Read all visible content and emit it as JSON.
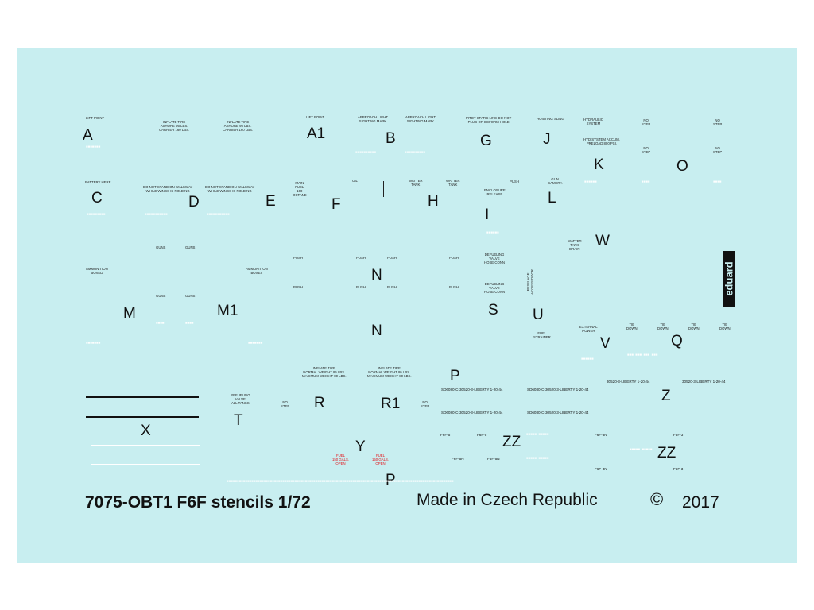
{
  "sheet": {
    "background": "#c8eef0",
    "title": "7075-OBT1 F6F stencils 1/72",
    "made_in": "Made in Czech Republic",
    "copyright_symbol": "©",
    "year": "2017",
    "logo": "eduard"
  },
  "labels": {
    "A": "A",
    "A1": "A1",
    "B": "B",
    "G": "G",
    "J": "J",
    "K": "K",
    "O": "O",
    "C": "C",
    "D": "D",
    "E": "E",
    "F": "F",
    "H": "H",
    "I": "I",
    "L": "L",
    "W": "W",
    "M": "M",
    "M1": "M1",
    "N1": "N",
    "N2": "N",
    "S": "S",
    "U": "U",
    "V": "V",
    "Q": "Q",
    "P1": "P",
    "Z": "Z",
    "X": "X",
    "T": "T",
    "R": "R",
    "R1": "R1",
    "Y": "Y",
    "ZZ1": "ZZ",
    "ZZ2": "ZZ",
    "P2": "P"
  },
  "stencils": {
    "lift_point_a": "LIFT POINT",
    "inflate_tire_1": "INFLATE TIRE\nASHORE 95 LBS.\nCARRIER 160 LBS.",
    "inflate_tire_2": "INFLATE TIRE\nASHORE 95 LBS.\nCARRIER 160 LBS.",
    "lift_point_a1": "LIFT POINT",
    "approach_light_1": "APPROACH LIGHT\nSIGHTING MARK",
    "approach_light_2": "APPROACH LIGHT\nSIGHTING MARK",
    "pitot": "PITOT STATIC LINE-DO NOT\nPLUG OR DEFORM HOLE",
    "hoisting_sling": "HOISTING SLING",
    "hydraulic": "HYDRAULIC\nSYSTEM",
    "no_step_1": "NO\nSTEP",
    "no_step_2": "NO\nSTEP",
    "hyd_accum": "HYD.SYSTEM ACCUM.\nPRELOAD 800 PSI.",
    "no_step_3": "NO\nSTEP",
    "no_step_4": "NO\nSTEP",
    "battery": "BATTERY HERE",
    "walkway_1": "DO NOT STAND ON WALKWAY\nWHILE WINGS IS FOLDING",
    "walkway_2": "DO NOT STAND ON WALKWAY\nWHILE WINGS IS FOLDING",
    "main_fuel": "MAIN\nFUEL\n100\nOCTANE",
    "oil": "OIL",
    "water_tank_1": "WATTER\nTANK",
    "water_tank_2": "WATTER\nTANK",
    "push_1": "PUSH",
    "enclosure": "ENCLOSURE\nRELEASE",
    "gun_camera": "GUN\nCAMERA",
    "water_drain": "WATTER\nTANK\nDRAIN",
    "guns_1": "GUNS",
    "guns_2": "GUNS",
    "ammo_1": "AMMUNITION\nBOXED",
    "ammo_2": "AMMUNITION\nBOXES",
    "push_2": "PUSH",
    "push_3": "PUSH",
    "push_4": "PUSH",
    "push_5": "PUSH",
    "defueling_1": "DEFUELING\nVALVE\nHOSE CONN",
    "defueling_2": "DEFUELING\nVALVE\nHOSE CONN",
    "push_6": "PUSH",
    "push_7": "PUSH",
    "push_8": "PUSH",
    "push_9": "PUSH",
    "guns_3": "GUNS",
    "guns_4": "GUNS",
    "fuel_strainer": "FUEL\nSTRAINER",
    "external_power": "EXTERNAL\nPOWER",
    "tie_down_1": "TIE\nDOWN",
    "tie_down_2": "TIE\nDOWN",
    "tie_down_3": "TIE\nDOWN",
    "tie_down_4": "TIE\nDOWN",
    "inflate_tire_3": "INFLATE TIRE\nNORMAL WEIGHT 95 LBS.\nMAXIMUM WEIGHT 80 LBS.",
    "inflate_tire_4": "INFLATE TIRE\nNORMAL WEIGHT 95 LBS.\nMAXIMUM WEIGHT 80 LBS.",
    "refueling": "REFUELING\nVALVE\nALL TANKS",
    "no_step_5": "NO\nSTEP",
    "no_step_6": "NO\nSTEP",
    "fuel_red_1": "FUEL\n150 GALS.\nOPEN",
    "fuel_red_2": "FUEL\n150 GALS.\nOPEN",
    "fuselage_vert": "FUSELAGE\nACCESS DOOR",
    "serial_1": "SD6080-C-30520-3-LIBERTY 1-20-44",
    "serial_2": "SD6080-C-30520-3-LIBERTY 1-20-44",
    "serial_3": "SD6080-C-30520-3-LIBERTY 1-20-44",
    "serial_4": "SD6080-C-30520-3-LIBERTY 1-20-44",
    "serial_5": "30520-3-LIBERTY 1-20-44",
    "serial_6": "30520-3-LIBERTY 1-20-44",
    "f6f_1": "F6F-5",
    "f6f_2": "F6F-5",
    "f6f_3": "F6F-5N",
    "f6f_4": "F6F-5N",
    "f6f_5": "F6F-3N",
    "f6f_6": "F6F-3",
    "f6f_7": "F6F-3N",
    "f6f_8": "F6F-3"
  }
}
